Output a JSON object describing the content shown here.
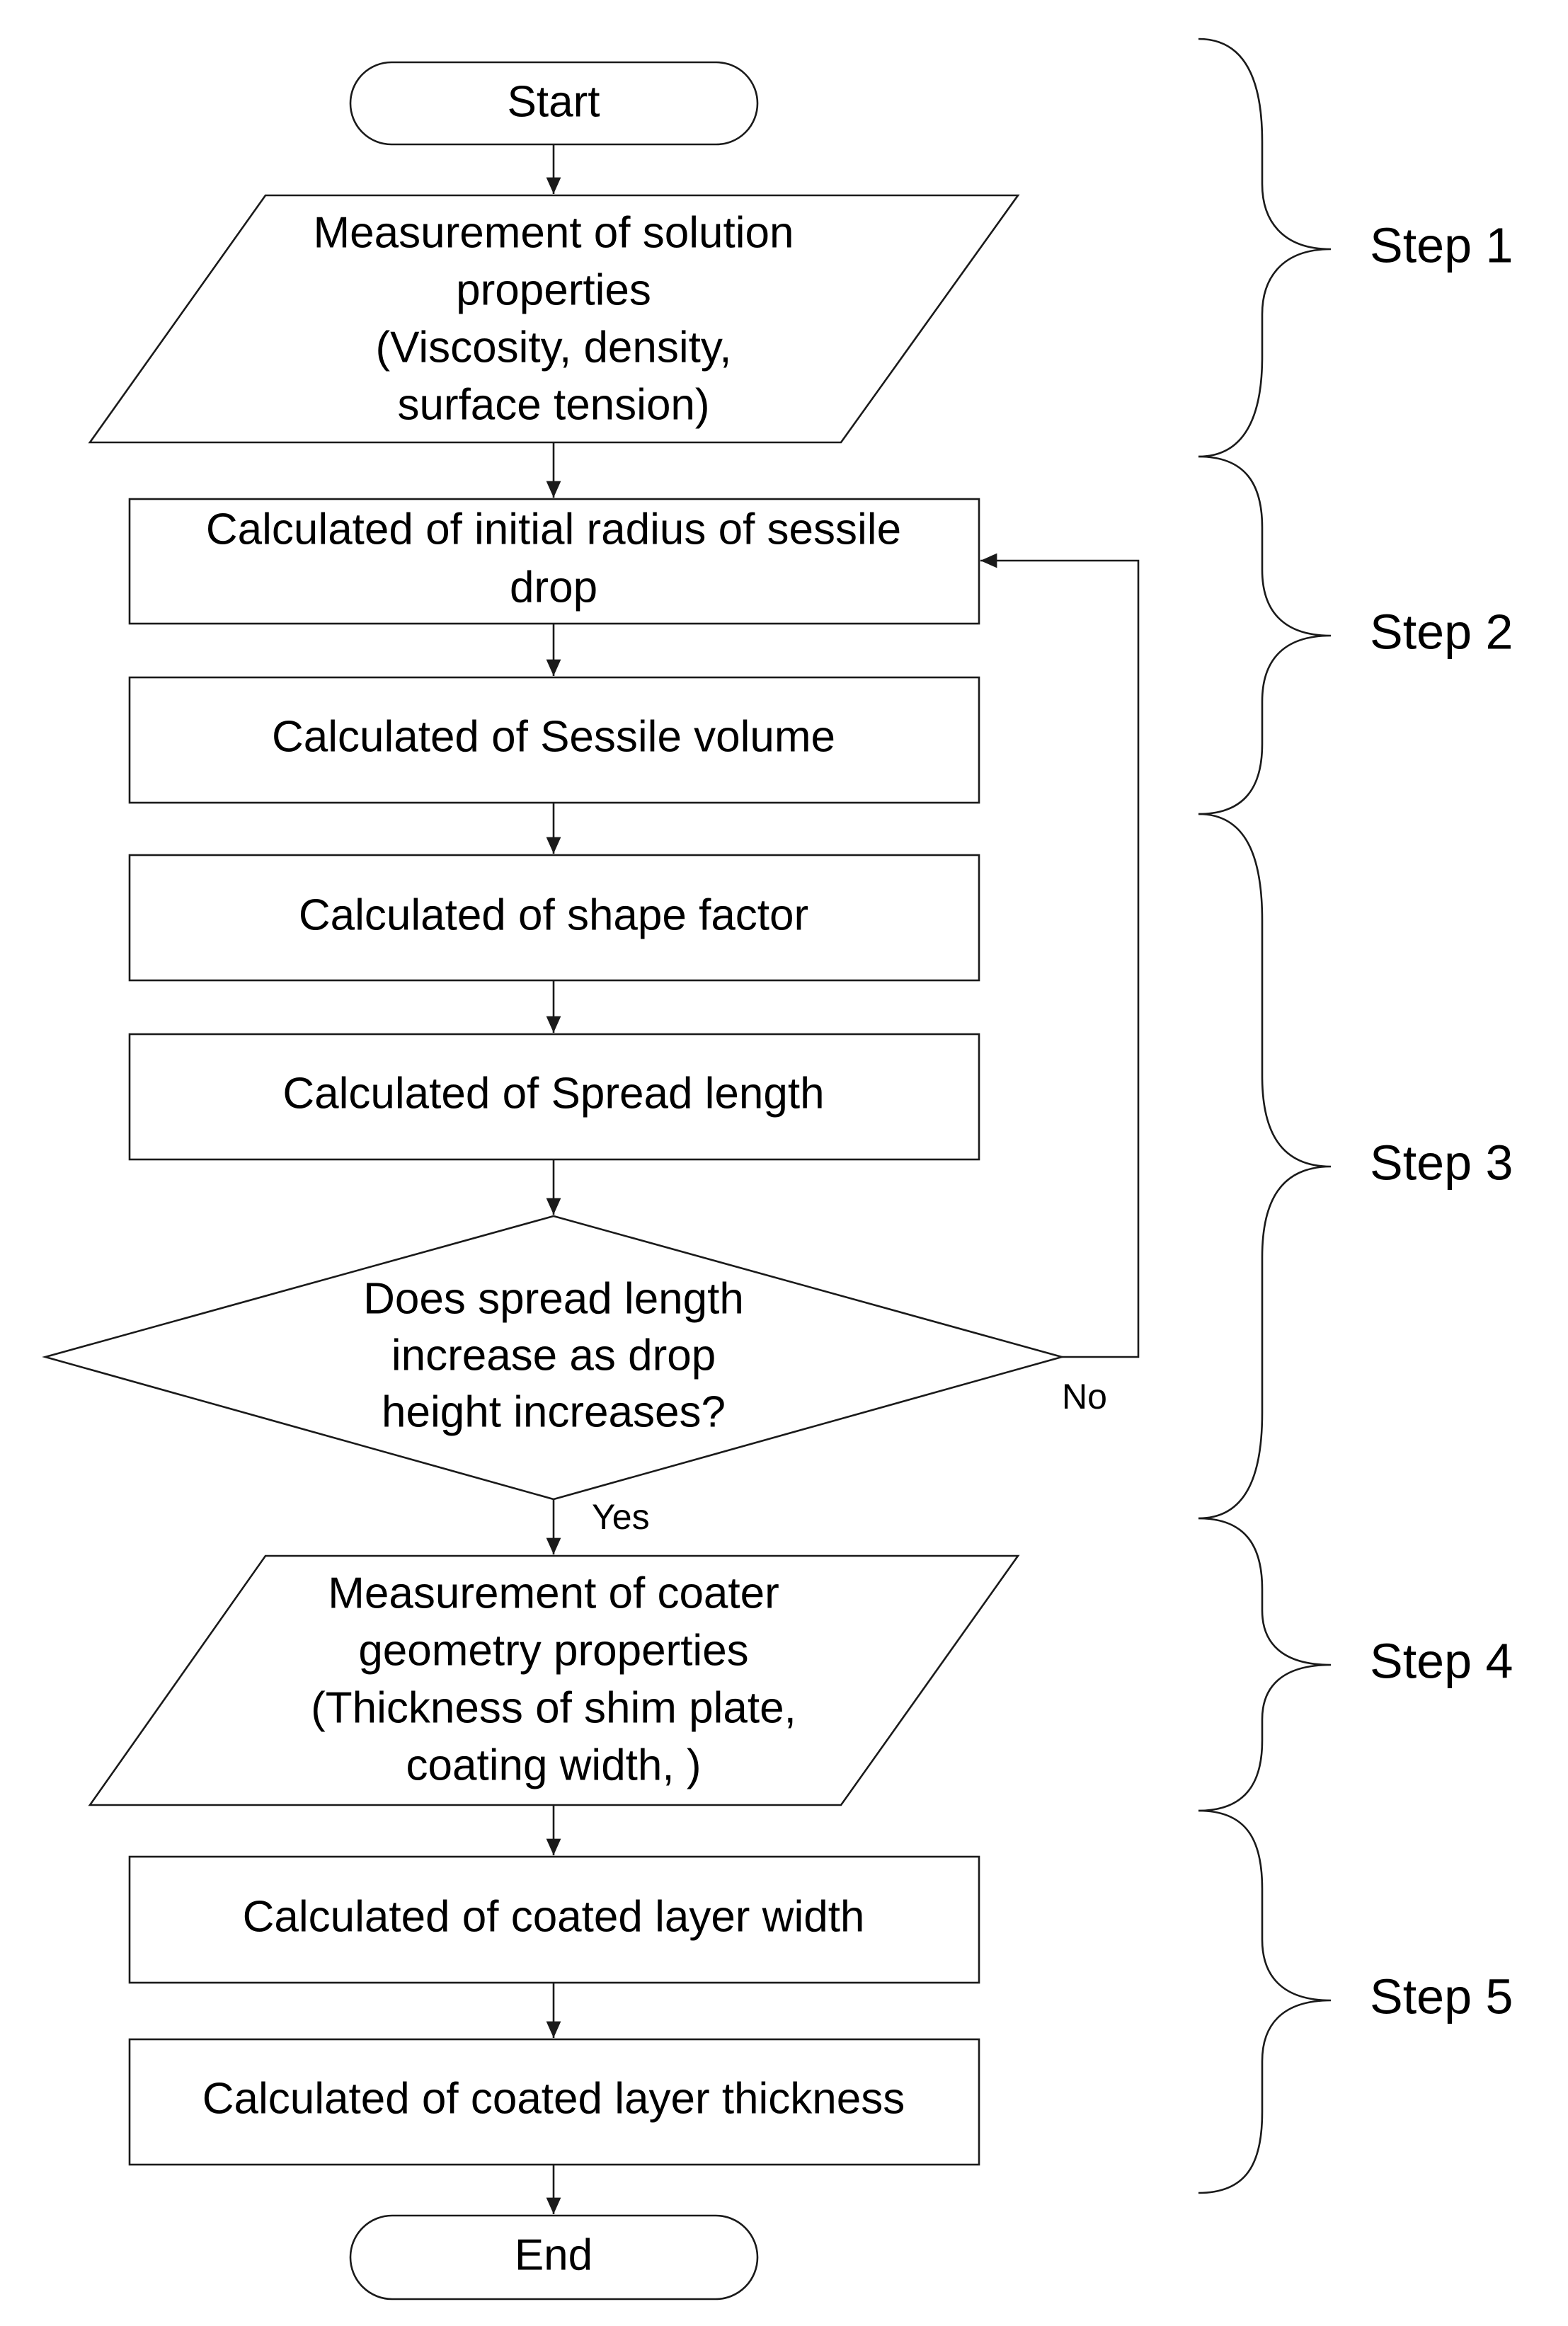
{
  "nodes": {
    "start": "Start",
    "solution_props": [
      "Measurement of solution",
      "properties",
      "(Viscosity, density,",
      "surface tension)"
    ],
    "initial_radius": [
      "Calculated of initial radius of sessile",
      "drop"
    ],
    "sessile_volume": "Calculated of Sessile volume",
    "shape_factor": "Calculated of shape factor",
    "spread_length": "Calculated of Spread length",
    "decision": [
      "Does spread length",
      "increase as drop",
      "height increases?"
    ],
    "coater_props": [
      "Measurement of coater",
      "geometry properties",
      "(Thickness of shim plate,",
      "coating width, )"
    ],
    "layer_width": "Calculated of coated layer width",
    "layer_thickness": "Calculated of coated layer thickness",
    "end": "End"
  },
  "edges": {
    "yes": "Yes",
    "no": "No"
  },
  "steps": [
    "Step 1",
    "Step 2",
    "Step 3",
    "Step 4",
    "Step 5"
  ],
  "colors": {
    "stroke": "#1a1a1a",
    "fill": "#ffffff",
    "text": "#000000"
  }
}
